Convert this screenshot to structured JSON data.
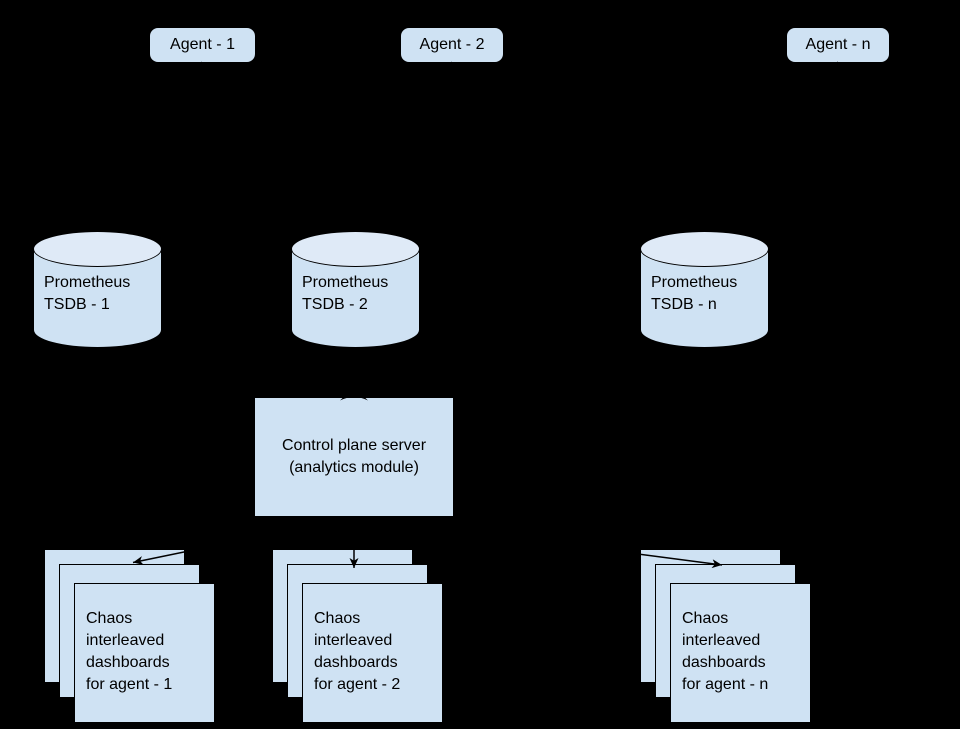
{
  "diagram": {
    "agents": [
      {
        "label": "Agent - 1"
      },
      {
        "label": "Agent - 2"
      },
      {
        "label": "Agent - n"
      }
    ],
    "databases": [
      {
        "label": "Prometheus\nTSDB - 1"
      },
      {
        "label": "Prometheus\nTSDB - 2"
      },
      {
        "label": "Prometheus\nTSDB - n"
      }
    ],
    "control_plane": {
      "label": "Control plane server\n(analytics module)"
    },
    "dashboards": [
      {
        "label": "Chaos\ninterleaved\ndashboards\nfor agent - 1"
      },
      {
        "label": "Chaos\ninterleaved\ndashboards\nfor agent - 2"
      },
      {
        "label": "Chaos\ninterleaved\ndashboards\nfor agent - n"
      }
    ]
  },
  "colors": {
    "bg": "#000000",
    "node_fill": "#cfe2f3",
    "cyl_top_fill": "#dfeaf7",
    "stroke": "#000000",
    "text": "#000000"
  }
}
